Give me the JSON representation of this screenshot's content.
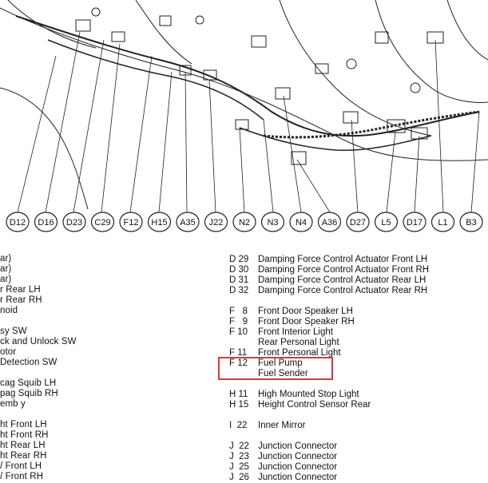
{
  "connectors": [
    "D12",
    "D16",
    "D23",
    "C29",
    "F12",
    "H15",
    "A35",
    "J22",
    "N2",
    "N3",
    "N4",
    "A36",
    "D27",
    "L5",
    "D17",
    "L1",
    "B3"
  ],
  "left_fragments": [
    "ar)",
    "ar)",
    "ar)",
    "r Rear LH",
    "r Rear RH",
    "noid",
    "sy SW",
    "ck and Unlock SW",
    "otor",
    " Detection SW",
    "cag Squib LH",
    "pag Squib RH",
    "emb y",
    "ht Front LH",
    "ht Front RH",
    "ht Rear LH",
    "ht Rear RH",
    "/ Front LH",
    "/ Front RH"
  ],
  "right_entries": [
    {
      "code": "D 29",
      "desc": "Damping Force Control Actuator Front LH"
    },
    {
      "code": "D 30",
      "desc": "Damping Force Control Actuator Front RH"
    },
    {
      "code": "D 31",
      "desc": "Damping Force Control Actuator Rear LH"
    },
    {
      "code": "D 32",
      "desc": "Damping Force Control Actuator Rear RH"
    },
    {
      "code": "F   8",
      "desc": "Front Door Speaker LH"
    },
    {
      "code": "F   9",
      "desc": "Front Door Speaker RH"
    },
    {
      "code": "F 10",
      "desc": "Front Interior Light"
    },
    {
      "code": "",
      "desc": "Rear Personal Light"
    },
    {
      "code": "F 11",
      "desc": "Front Personal Light"
    },
    {
      "code": "F 12",
      "desc": "Fuel Pump"
    },
    {
      "code": "",
      "desc": "Fuel Sender"
    },
    {
      "code": "H 11",
      "desc": "High Mounted Stop Light"
    },
    {
      "code": "H 15",
      "desc": "Height Control Sensor Rear"
    },
    {
      "code": "I  22",
      "desc": "Inner Mirror"
    },
    {
      "code": "J  22",
      "desc": "Junction Connector"
    },
    {
      "code": "J  23",
      "desc": "Junction Connector"
    },
    {
      "code": "J  25",
      "desc": "Junction Connector"
    },
    {
      "code": "J  26",
      "desc": "Junction Connector"
    }
  ],
  "highlight": {
    "color": "#d9363e",
    "entry": "F 12"
  }
}
